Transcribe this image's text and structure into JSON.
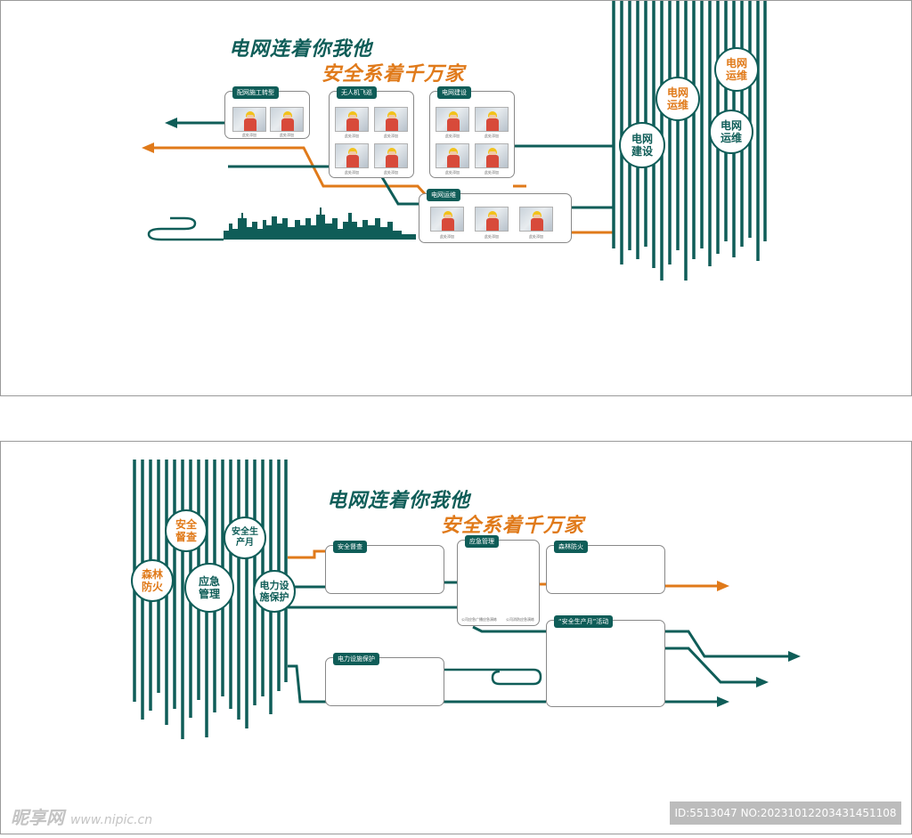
{
  "top": {
    "slogan_line1": "电网连着你我他",
    "slogan_line2": "安全系着千万家",
    "circles": [
      {
        "label": "电网运维",
        "tone": "orange"
      },
      {
        "label": "电网运维",
        "tone": "orange"
      },
      {
        "label": "电网运维",
        "tone": "teal"
      },
      {
        "label": "电网建设",
        "tone": "teal"
      }
    ],
    "cards": [
      {
        "title": "配网施工转型",
        "captions": [
          "此处添加",
          "此处添加"
        ]
      },
      {
        "title": "无人机飞巡",
        "captions": [
          "此处添加",
          "此处添加",
          "此处添加",
          "此处添加"
        ]
      },
      {
        "title": "电网建设",
        "captions": [
          "此处添加",
          "此处添加",
          "此处添加",
          "此处添加"
        ]
      },
      {
        "title": "电网运维",
        "captions": [
          "此处添加",
          "此处添加",
          "此处添加"
        ]
      }
    ]
  },
  "bottom": {
    "slogan_line1": "电网连着你我他",
    "slogan_line2": "安全系着千万家",
    "circles": [
      {
        "label": "安全督查",
        "tone": "orange"
      },
      {
        "label": "安全生产月",
        "tone": "teal"
      },
      {
        "label": "森林防火",
        "tone": "orange"
      },
      {
        "label": "应急管理",
        "tone": "teal"
      },
      {
        "label": "电力设施保护",
        "tone": "teal"
      }
    ],
    "cards": [
      {
        "title": "安全督查"
      },
      {
        "title": "应急管理",
        "notes": [
          "公司应急广播应急演练",
          "公司消防应急演练"
        ]
      },
      {
        "title": "森林防火"
      },
      {
        "title": "电力设施保护"
      },
      {
        "title": "“安全生产月”活动"
      }
    ]
  },
  "colors": {
    "teal": "#0f5d58",
    "orange": "#e07a1a"
  },
  "watermark": {
    "brand": "昵享网",
    "url": "www.nipic.cn"
  },
  "id_text": "ID:5513047 NO:20231012203431451108"
}
